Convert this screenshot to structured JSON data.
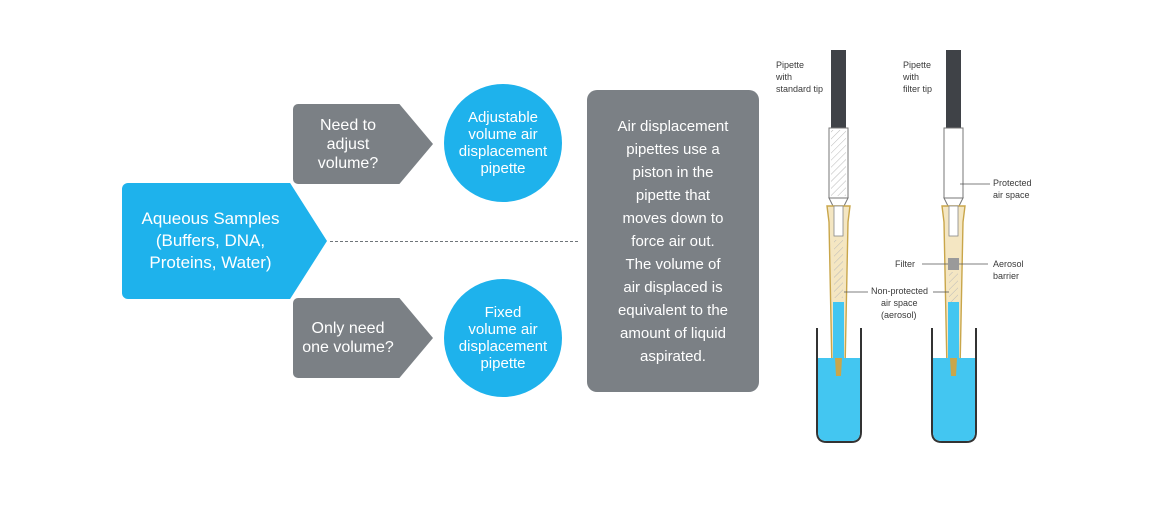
{
  "aqueous": {
    "text": "Aqueous Samples\n(Buffers, DNA,\nProteins, Water)"
  },
  "questions": [
    {
      "text": "Need to\nadjust\nvolume?"
    },
    {
      "text": "Only need\none volume?"
    }
  ],
  "circles": [
    {
      "text": "Adjustable\nvolume air\ndisplacement\npipette"
    },
    {
      "text": "Fixed\nvolume air\ndisplacement\npipette"
    }
  ],
  "info": {
    "text": "Air displacement\npipettes use a\npiston in the\npipette that\nmoves down to\nforce air out.\nThe volume of\nair displaced is\nequivalent to the\namount of liquid\naspirated."
  },
  "illustration": {
    "standard_tip_label": [
      "Pipette",
      "with",
      "standard tip"
    ],
    "filter_tip_label": [
      "Pipette",
      "with",
      "filter tip"
    ],
    "protected_air_label": [
      "Protected",
      "air space"
    ],
    "filter_label": "Filter",
    "aerosol_barrier_label": [
      "Aerosol",
      "barrier"
    ],
    "non_protected_label": [
      "Non-protected",
      "air space",
      "(aerosol)"
    ]
  },
  "colors": {
    "blue": "#1eb2ec",
    "grey": "#7b8085",
    "liquid": "#43c6f1",
    "tip": "#c9a64a"
  }
}
